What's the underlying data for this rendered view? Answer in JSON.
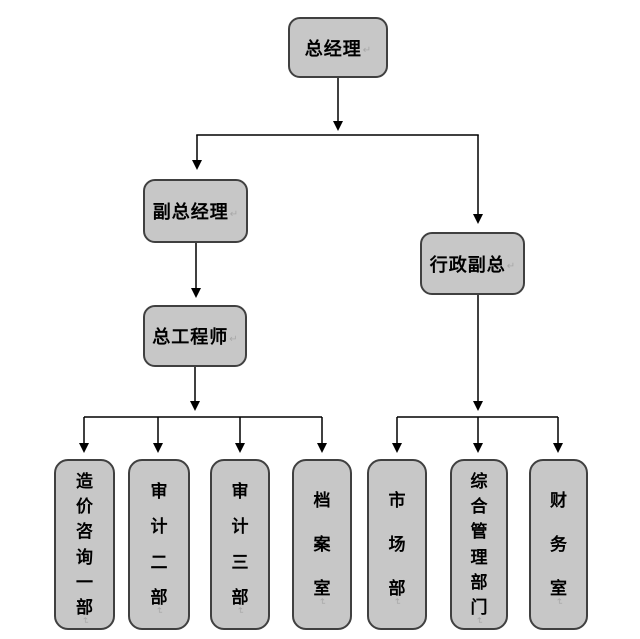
{
  "diagram": {
    "type": "org-chart",
    "colors": {
      "node_fill": "#c7c7c7",
      "node_border": "#404040",
      "line": "#000000",
      "background": "#ffffff",
      "return_mark": "#a8a8a8"
    },
    "marks": {
      "return": "↵"
    },
    "nodes": {
      "ceo": {
        "label": "总经理"
      },
      "deputy": {
        "label": "副总经理"
      },
      "adminvp": {
        "label": "行政副总"
      },
      "chiefeng": {
        "label": "总工程师"
      },
      "cost1": {
        "label": "造价咨询一部"
      },
      "audit2": {
        "label": "审计二部"
      },
      "audit3": {
        "label": "审计三部"
      },
      "archive": {
        "label": "档案室"
      },
      "market": {
        "label": "市场部"
      },
      "genmgmt": {
        "label": "综合管理部门"
      },
      "finance": {
        "label": "财务室"
      }
    },
    "edges": [
      {
        "from": "总经理",
        "to": "副总经理"
      },
      {
        "from": "总经理",
        "to": "行政副总"
      },
      {
        "from": "副总经理",
        "to": "总工程师"
      },
      {
        "from": "总工程师",
        "to": "造价咨询一部"
      },
      {
        "from": "总工程师",
        "to": "审计二部"
      },
      {
        "from": "总工程师",
        "to": "审计三部"
      },
      {
        "from": "总工程师",
        "to": "档案室"
      },
      {
        "from": "行政副总",
        "to": "市场部"
      },
      {
        "from": "行政副总",
        "to": "综合管理部门"
      },
      {
        "from": "行政副总",
        "to": "财务室"
      }
    ]
  }
}
